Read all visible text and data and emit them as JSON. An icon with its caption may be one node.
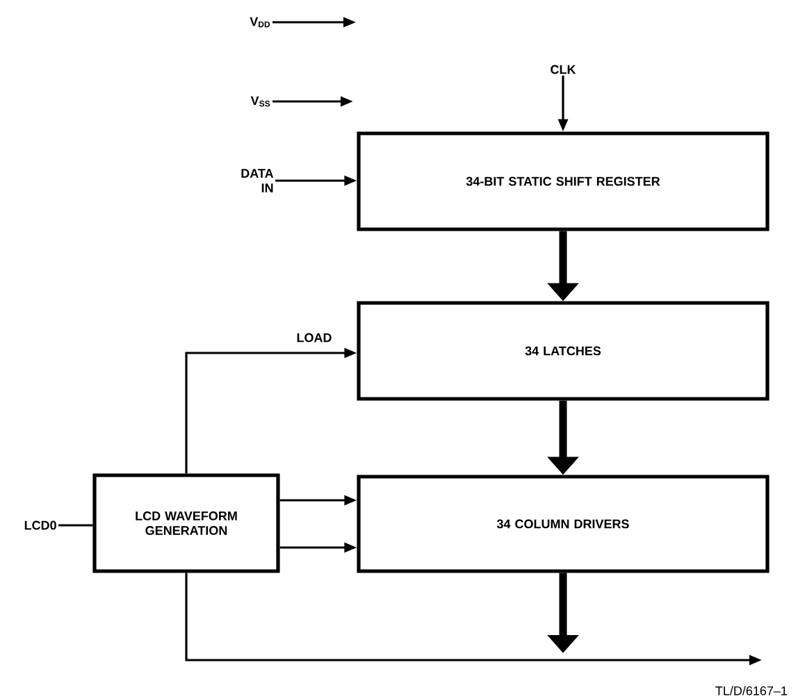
{
  "diagram": {
    "nodes": [
      {
        "text": [
          "34-BIT STATIC SHIFT REGISTER"
        ]
      },
      {
        "text": [
          "34 LATCHES"
        ]
      },
      {
        "text": [
          "34 COLUMN DRIVERS"
        ]
      },
      {
        "text": [
          "LCD WAVEFORM GENERATION"
        ]
      },
      {
        "text": [
          "V$_{DD}$"
        ]
      },
      {
        "text": [
          "V$_{SS}$"
        ]
      },
      {
        "text": [
          "CLK"
        ]
      },
      {
        "text": [
          "DATA IN"
        ]
      },
      {
        "text": [
          "LCD0"
        ]
      }
    ],
    "edges": [
      {
        "from": 4,
        "to": null,
        "arrow": "to"
      },
      {
        "from": 5,
        "to": null,
        "arrow": "to"
      },
      {
        "from": 6,
        "to": 0,
        "arrow": "to"
      },
      {
        "from": 7,
        "to": 0,
        "arrow": "to"
      },
      {
        "from": 0,
        "to": 1,
        "arrow": "to",
        "style": "thick"
      },
      {
        "from": 1,
        "to": 2,
        "arrow": "to",
        "style": "thick"
      },
      {
        "from": 2,
        "to": null,
        "arrow": "to",
        "style": "thick"
      },
      {
        "from": 3,
        "to": 1,
        "arrow": "to",
        "label": "LOAD"
      },
      {
        "from": 8,
        "to": 3,
        "arrow": "none"
      },
      {
        "from": 3,
        "to": 2,
        "arrow": "to"
      },
      {
        "from": 3,
        "to": 2,
        "arrow": "to"
      },
      {
        "from": 3,
        "to": null,
        "arrow": "to"
      }
    ],
    "labels": [
      "TL/D/6167–1"
    ]
  }
}
